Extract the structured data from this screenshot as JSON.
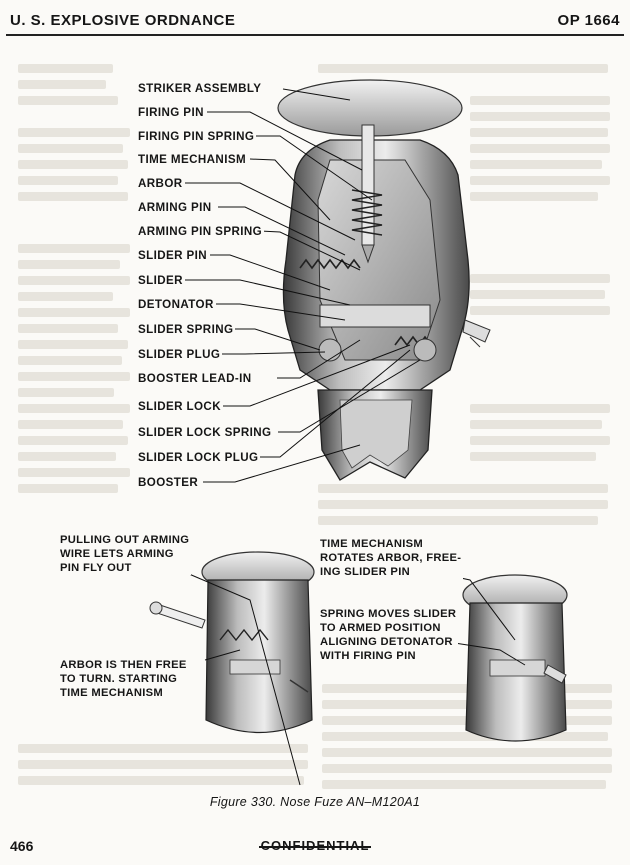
{
  "header": {
    "left": "U. S. EXPLOSIVE ORDNANCE",
    "right": "OP 1664"
  },
  "labels": [
    "STRIKER ASSEMBLY",
    "FIRING PIN",
    "FIRING PIN SPRING",
    "TIME MECHANISM",
    "ARBOR",
    "ARMING PIN",
    "ARMING PIN SPRING",
    "SLIDER PIN",
    "SLIDER",
    "DETONATOR",
    "SLIDER SPRING",
    "SLIDER PLUG",
    "BOOSTER LEAD-IN",
    "SLIDER LOCK",
    "SLIDER LOCK SPRING",
    "SLIDER LOCK PLUG",
    "BOOSTER"
  ],
  "callouts": {
    "pulling_out": "PULLING OUT ARMING\nWIRE LETS ARMING\nPIN FLY OUT",
    "arbor_free": "ARBOR IS THEN FREE\nTO TURN. STARTING\nTIME MECHANISM",
    "time_mech": "TIME MECHANISM\nROTATES ARBOR, FREE-\nING SLIDER PIN",
    "spring_moves": "SPRING MOVES SLIDER\nTO ARMED POSITION\nALIGNING DETONATOR\nWITH FIRING PIN"
  },
  "caption": "Figure 330.  Nose Fuze AN–M120A1",
  "footer": {
    "page_number": "466",
    "classification": "CONFIDENTIAL"
  }
}
